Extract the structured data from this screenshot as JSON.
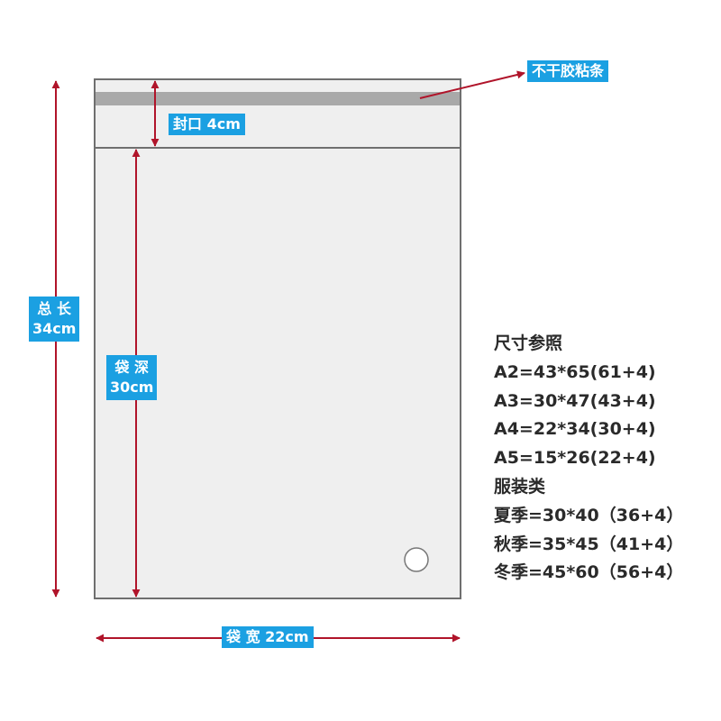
{
  "labels": {
    "adhesive_strip": "不干胶粘条",
    "seal": "封口 4cm",
    "total_length_line1": "总 长",
    "total_length_line2": "34cm",
    "bag_depth_line1": "袋 深",
    "bag_depth_line2": "30cm",
    "bag_width": "袋 宽 22cm"
  },
  "size_reference": {
    "title": "尺寸参照",
    "rows": [
      "A2=43*65(61+4)",
      "A3=30*47(43+4)",
      "A4=22*34(30+4)",
      "A5=15*26(22+4)"
    ],
    "clothing_title": "服装类",
    "clothing_rows": [
      "夏季=30*40（36+4）",
      "秋季=35*45（41+4）",
      "冬季=45*60（56+4）"
    ]
  },
  "colors": {
    "arrow": "#b0142a",
    "label_bg": "#1ba0e2",
    "strip": "#a9a9a9",
    "bag_fill": "#efefef",
    "bag_border": "#6f6f6f"
  }
}
